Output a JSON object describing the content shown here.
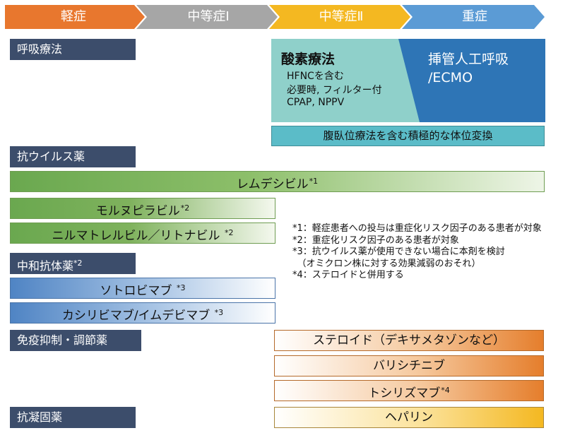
{
  "stages": [
    {
      "label": "軽症",
      "color": "#e8772e"
    },
    {
      "label": "中等症Ⅰ",
      "color": "#a6a6a6"
    },
    {
      "label": "中等症Ⅱ",
      "color": "#f4b821"
    },
    {
      "label": "重症",
      "color": "#5b9bd5"
    }
  ],
  "categories": {
    "respiratory": "呼吸療法",
    "antiviral": "抗ウイルス薬",
    "neutralizing": "中和抗体薬",
    "neutralizing_mark": "*2",
    "immuno": "免疫抑制・調節薬",
    "anticoag": "抗凝固薬"
  },
  "respiratory": {
    "oxygen_title": "酸素療法",
    "oxygen_lines": [
      "HFNCを含む",
      "必要時, フィルター付",
      "CPAP, NPPV"
    ],
    "intubation_line1": "挿管人工呼吸",
    "intubation_line2": "/ECMO",
    "positioning": "腹臥位療法を含む積極的な体位変換",
    "oxygen_color": "#8fd0ca",
    "intubation_color": "#2e75b6"
  },
  "drugs": {
    "remdesivir": {
      "label": "レムデシビル",
      "mark": "*1"
    },
    "molnupiravir": {
      "label": "モルヌピラビル",
      "mark": "*2"
    },
    "nirmatrelvir": {
      "label": "ニルマトレルビル／リトナビル ",
      "mark": "*2"
    },
    "sotrovimab": {
      "label": "ソトロビマブ ",
      "mark": "*3"
    },
    "casirivimab": {
      "label": "カシリビマブ/イムデビマブ ",
      "mark": "*3"
    },
    "steroid": {
      "label": "ステロイド（デキサメタゾンなど）"
    },
    "baricitinib": {
      "label": "バリシチニブ"
    },
    "tocilizumab": {
      "label": "トシリズマブ",
      "mark": "*4"
    },
    "heparin": {
      "label": "ヘパリン"
    }
  },
  "notes": [
    "*1：軽症患者への投与は重症化リスク因子のある患者が対象",
    "*2：重症化リスク因子のある患者が対象",
    "*3：抗ウイルス薬が使用できない場合に本剤を検討",
    "　（オミクロン株に対する効果減弱のおそれ）",
    "*4：ステロイドと併用する"
  ]
}
